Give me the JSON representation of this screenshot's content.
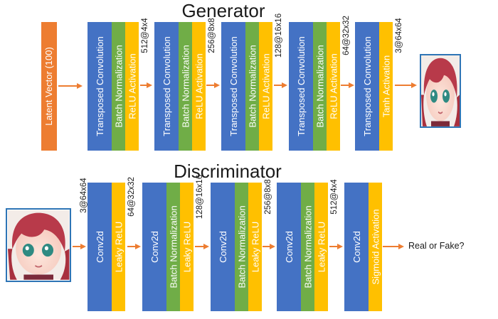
{
  "generator": {
    "title": "Generator",
    "input_label": "Latent Vector (100)",
    "blocks": [
      {
        "layers": [
          "Transposed Convolution",
          "Batch Normalization",
          "ReLU Activation"
        ],
        "output_dim": "512@4x4"
      },
      {
        "layers": [
          "Transposed Convolution",
          "Batch Normalization",
          "ReLU Activation"
        ],
        "output_dim": "256@8x8"
      },
      {
        "layers": [
          "Transposed Convolution",
          "Batch Normalization",
          "ReLU Activation"
        ],
        "output_dim": "128@16x16"
      },
      {
        "layers": [
          "Transposed Convolution",
          "Batch Normalization",
          "ReLU Activation"
        ],
        "output_dim": "64@32x32"
      },
      {
        "layers": [
          "Transposed Convolution",
          "Tanh Activation"
        ],
        "output_dim": "3@64x64"
      }
    ]
  },
  "discriminator": {
    "title": "Discriminator",
    "input_dim": "3@64x64",
    "blocks": [
      {
        "layers": [
          "Conv2d",
          "Leaky ReLU"
        ],
        "output_dim": "64@32x32"
      },
      {
        "layers": [
          "Conv2d",
          "Batch Normalization",
          "Leaky ReLU"
        ],
        "output_dim": "128@16x16"
      },
      {
        "layers": [
          "Conv2d",
          "Batch Normalization",
          "Leaky ReLU"
        ],
        "output_dim": "256@8x8"
      },
      {
        "layers": [
          "Conv2d",
          "Batch Normalization",
          "Leaky ReLU"
        ],
        "output_dim": "512@4x4"
      },
      {
        "layers": [
          "Conv2d",
          "Sigmoid Activation"
        ],
        "output_dim": ""
      }
    ],
    "output_label": "Real or Fake?"
  },
  "colors": {
    "input_vector": "#ED7D31",
    "conv_layer": "#4472C4",
    "batch_norm": "#70AD47",
    "activation": "#FFC000",
    "arrow": "#ED7D31",
    "image_border": "#2E75B6"
  }
}
